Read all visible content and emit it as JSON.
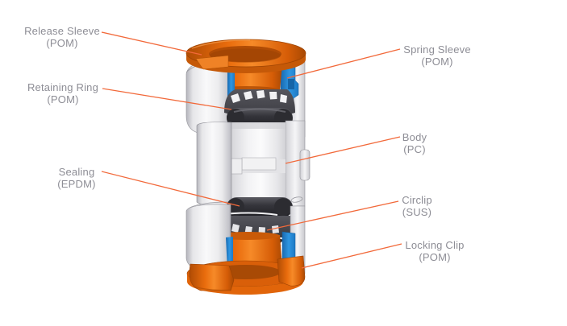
{
  "colors": {
    "label_text": "#8d8d95",
    "leader_line": "#f2693a",
    "part_orange": "#e8660b",
    "part_blue": "#2288d8",
    "part_dark": "#3a3a40",
    "part_gray": "#ececee",
    "background": "#ffffff"
  },
  "diagram": {
    "labels": [
      {
        "id": "release-sleeve",
        "name": "Release Sleeve",
        "material": "(POM)",
        "side": "left"
      },
      {
        "id": "retaining-ring",
        "name": "Retaining Ring",
        "material": "(POM)",
        "side": "left"
      },
      {
        "id": "sealing",
        "name": "Sealing",
        "material": "(EPDM)",
        "side": "left"
      },
      {
        "id": "spring-sleeve",
        "name": "Spring Sleeve",
        "material": "(POM)",
        "side": "right"
      },
      {
        "id": "body",
        "name": "Body",
        "material": "(PC)",
        "side": "right"
      },
      {
        "id": "circlip",
        "name": "Circlip",
        "material": "(SUS)",
        "side": "right"
      },
      {
        "id": "locking-clip",
        "name": "Locking Clip",
        "material": "(POM)",
        "side": "right"
      }
    ]
  }
}
